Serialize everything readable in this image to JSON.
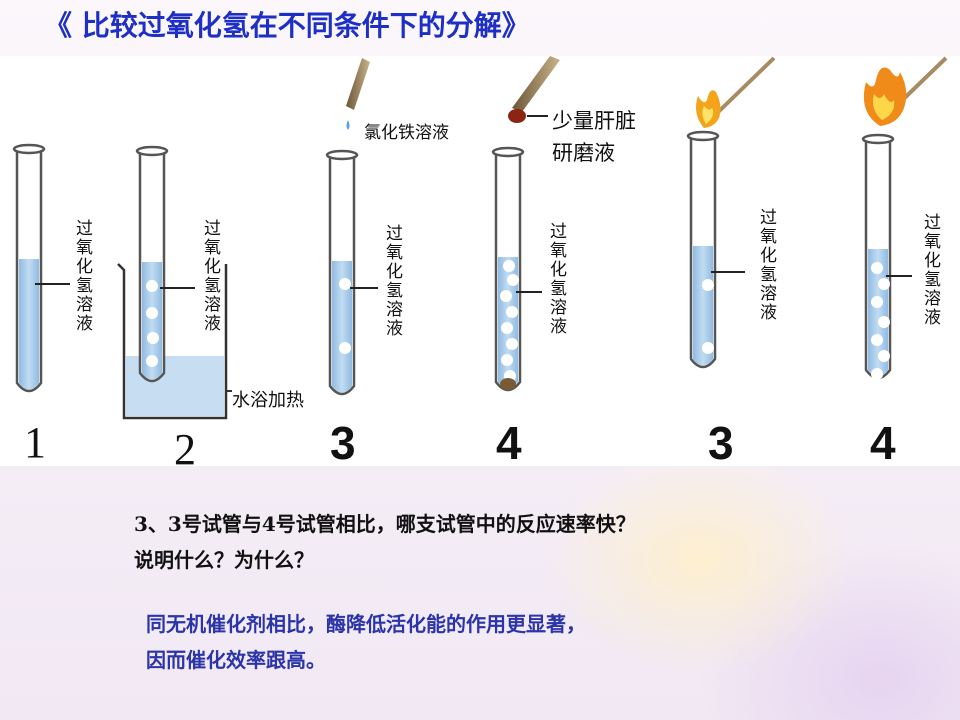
{
  "title": "《 比较过氧化氢在不同条件下的分解》",
  "figure": {
    "tube_label": "过氧化氢溶液",
    "water_bath_label": "水浴加热",
    "fecl3_label": "氯化铁溶液",
    "liver_label_line1": "少量肝脏",
    "liver_label_line2": "研磨液",
    "tube_numbers": [
      "1",
      "2",
      "3",
      "4",
      "3",
      "4"
    ]
  },
  "question": {
    "line1": "3、3号试管与4号试管相比，哪支试管中的反应速率快？",
    "line2": "说明什么？为什么？"
  },
  "answer": {
    "line1": "同无机催化剂相比，酶降低活化能的作用更显著，",
    "line2": "因而催化效率跟高。"
  },
  "colors": {
    "title": "#1d2fc4",
    "answer": "#2b34a8",
    "solution": "#a9cdea"
  }
}
